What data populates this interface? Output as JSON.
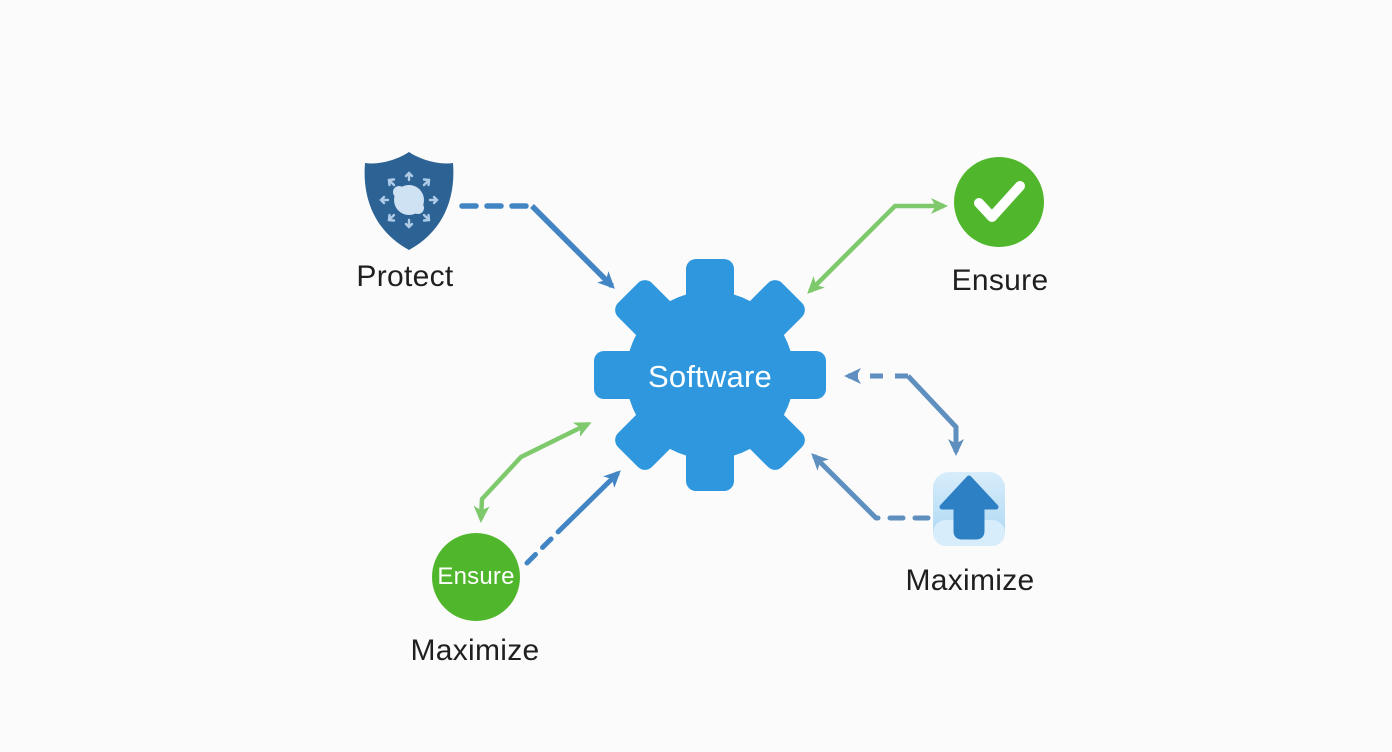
{
  "diagram": {
    "center": {
      "label": "Software",
      "shape": "gear"
    },
    "nodes": [
      {
        "id": "protect",
        "icon": "shield-virus-icon",
        "label": "Protect"
      },
      {
        "id": "ensure",
        "icon": "check-circle-icon",
        "label": "Ensure"
      },
      {
        "id": "maximize-left",
        "icon": "green-circle-badge",
        "badge_text": "Ensure",
        "label": "Maximize"
      },
      {
        "id": "maximize-right",
        "icon": "up-arrow-app-icon",
        "label": "Maximize"
      }
    ],
    "colors": {
      "gear_blue": "#2e97de",
      "arrow_blue": "#4285c4",
      "arrow_steel": "#5e8fbe",
      "arrow_green": "#7ec96c",
      "node_green": "#50b72d",
      "shield_blue": "#2d6394",
      "shield_pattern": "#aecbe8",
      "shield_blob": "#cfe2f3",
      "icon_bg": "#a9d6f2",
      "icon_bg_light": "#d8edfb",
      "icon_arrow": "#2e80c4",
      "label_text": "#1f1f1f",
      "background": "#fbfbfb"
    }
  }
}
